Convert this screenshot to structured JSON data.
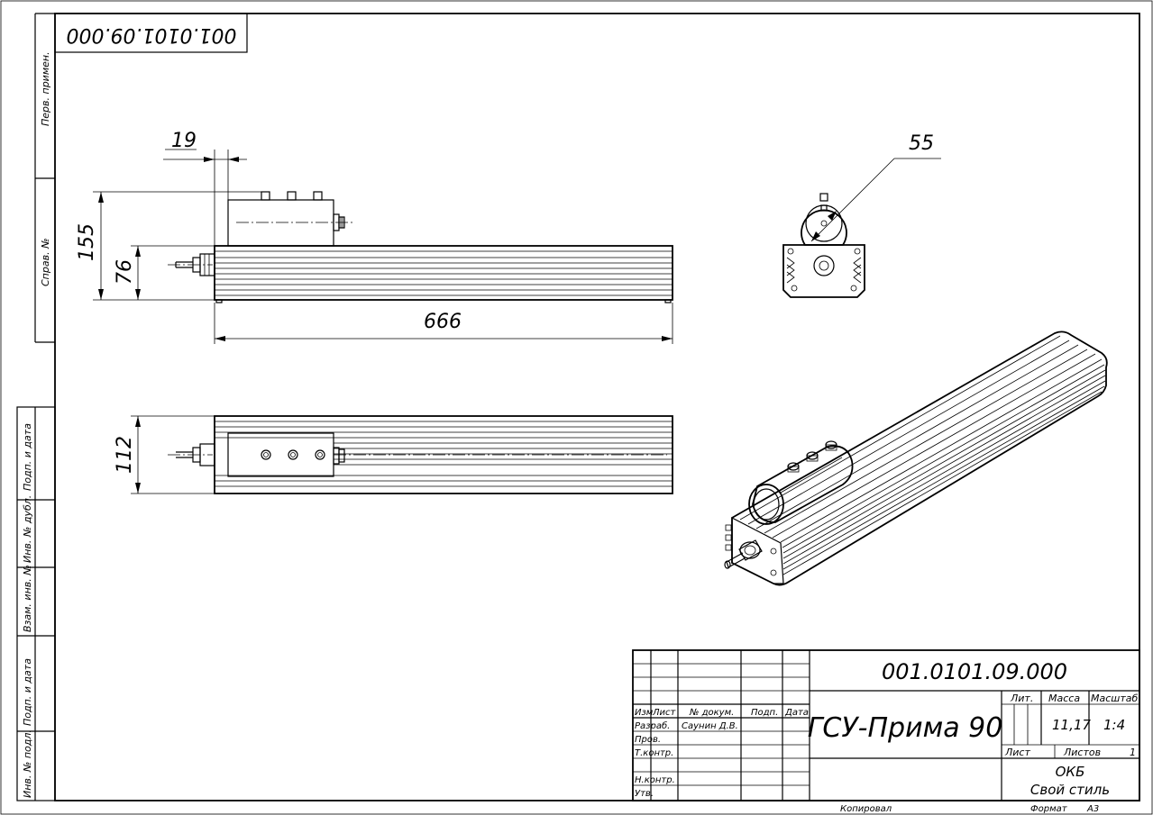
{
  "stamp_top": "001.0101.09.000",
  "side_labels": {
    "perv_primen": "Перв. примен.",
    "sprav_no": "Справ. №",
    "podp_data_1": "Подп. и дата",
    "inv_dubl": "Инв. № дубл.",
    "vzam_inv": "Взам. инв. №",
    "podp_data_2": "Подп. и дата",
    "inv_podl": "Инв. № подл."
  },
  "dimensions": {
    "d19": "19",
    "d155": "155",
    "d76": "76",
    "d666": "666",
    "d112": "112",
    "d55": "55"
  },
  "title_block": {
    "doc_number": "001.0101.09.000",
    "product_name": "ГСУ-Прима 90",
    "header_izm": "Изм",
    "header_list": "Лист",
    "header_dokum": "№ докум.",
    "header_podp": "Подп.",
    "header_data": "Дата",
    "row_razrab": "Разраб.",
    "razrab_name": "Саунин Д.В.",
    "row_prov": "Пров.",
    "row_tkontr": "Т.контр.",
    "row_nkontr": "Н.контр.",
    "row_utv": "Утв.",
    "lit_label": "Лит.",
    "massa_label": "Масса",
    "masshtab_label": "Масштаб",
    "massa_value": "11,17",
    "masshtab_value": "1:4",
    "list_label": "Лист",
    "listov_label": "Листов",
    "listov_value": "1",
    "org_line1": "ОКБ",
    "org_line2": "Свой стиль",
    "kopiroval": "Копировал",
    "format_label": "Формат",
    "format_value": "А3"
  }
}
